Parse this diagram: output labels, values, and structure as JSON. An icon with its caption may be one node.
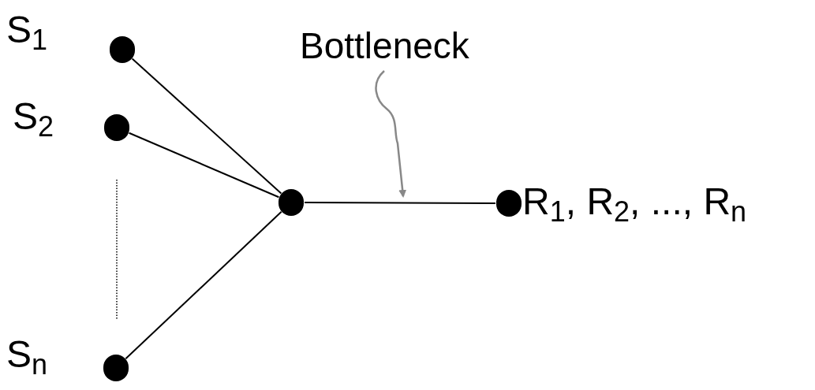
{
  "diagram": {
    "nodes": [
      {
        "text": [],
        "shape": "circle",
        "beside": [
          "S$_{1}$"
        ]
      },
      {
        "text": [],
        "shape": "circle",
        "beside": [
          "S$_{2}$"
        ]
      },
      {
        "text": [],
        "shape": "circle",
        "beside": [
          "S$_{n}$"
        ]
      },
      {
        "text": [],
        "shape": "circle"
      },
      {
        "text": [],
        "shape": "circle",
        "beside": [
          "R$_{1}$, R$_{2}$, ..., R$_{n}$"
        ]
      },
      {
        "text": [
          "Bottleneck"
        ]
      }
    ],
    "edges": [
      {
        "from": 0,
        "to": 3,
        "arrow": "none"
      },
      {
        "from": 1,
        "to": 3,
        "arrow": "none"
      },
      {
        "from": 2,
        "to": 3,
        "arrow": "none"
      },
      {
        "from": 3,
        "to": 4,
        "arrow": "none"
      },
      {
        "from": 5,
        "to": null,
        "arrow": "to",
        "color": "#888888"
      }
    ]
  }
}
